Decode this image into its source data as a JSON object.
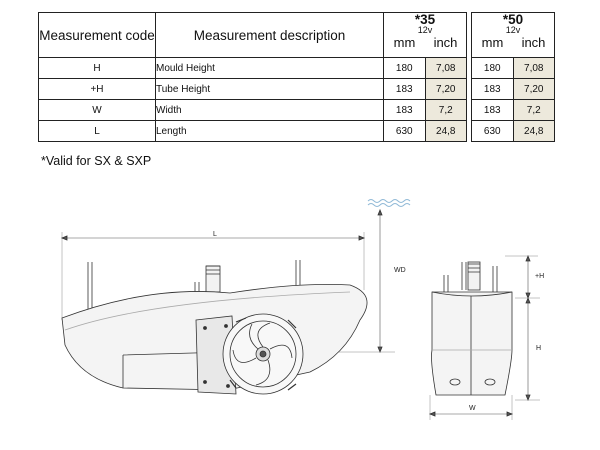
{
  "table": {
    "code_header": "Measurement code",
    "description_header": "Measurement description",
    "models": [
      {
        "name": "*35",
        "voltage": "12v",
        "unit_mm": "mm",
        "unit_inch": "inch"
      },
      {
        "name": "*50",
        "voltage": "12v",
        "unit_mm": "mm",
        "unit_inch": "inch"
      }
    ],
    "rows": [
      {
        "code": "H",
        "description": "Mould Height",
        "mm35": "180",
        "inch35": "7,08",
        "mm50": "180",
        "inch50": "7,08"
      },
      {
        "code": "+H",
        "description": "Tube Height",
        "mm35": "183",
        "inch35": "7,20",
        "mm50": "183",
        "inch50": "7,20"
      },
      {
        "code": "W",
        "description": "Width",
        "mm35": "183",
        "inch35": "7,2",
        "mm50": "183",
        "inch50": "7,2"
      },
      {
        "code": "L",
        "description": "Length",
        "mm35": "630",
        "inch35": "24,8",
        "mm50": "630",
        "inch50": "24,8"
      }
    ]
  },
  "note": "*Valid for SX & SXP",
  "diagram": {
    "label_length": "L",
    "label_water_depth": "WD",
    "label_tube_height": "+H",
    "label_height": "H",
    "label_width": "W"
  },
  "colors": {
    "inch_cell_bg": "#ede9dc",
    "water_line": "#8fb8d6"
  }
}
